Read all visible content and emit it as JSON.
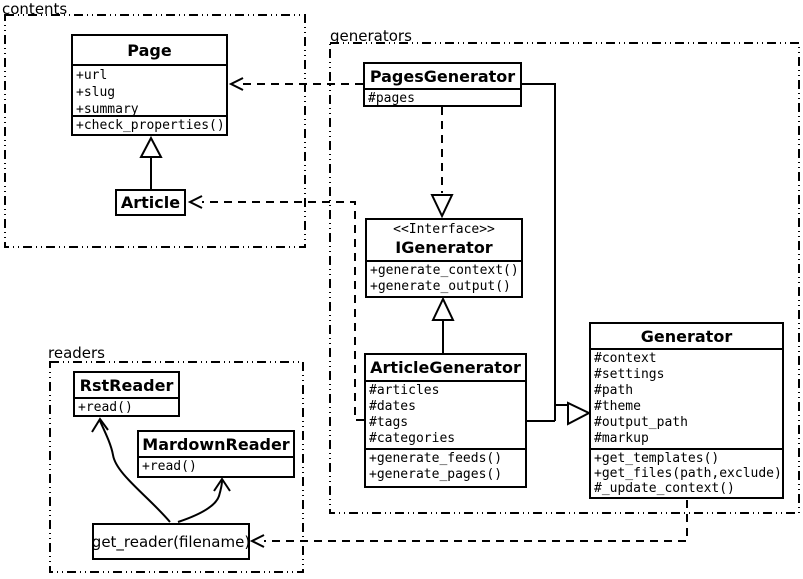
{
  "packages": {
    "contents": {
      "label": "contents"
    },
    "generators": {
      "label": "generators"
    },
    "readers": {
      "label": "readers"
    }
  },
  "classes": {
    "page": {
      "title": "Page",
      "attrs": [
        "+url",
        "+slug",
        "+summary"
      ],
      "methods": [
        "+check_properties()"
      ]
    },
    "article": {
      "title": "Article"
    },
    "pages_generator": {
      "title": "PagesGenerator",
      "attrs": [
        "#pages"
      ]
    },
    "igenerator": {
      "stereotype": "<<Interface>>",
      "title": "IGenerator",
      "methods": [
        "+generate_context()",
        "+generate_output()"
      ]
    },
    "article_generator": {
      "title": "ArticleGenerator",
      "attrs": [
        "#articles",
        "#dates",
        "#tags",
        "#categories"
      ],
      "methods": [
        "+generate_feeds()",
        "+generate_pages()"
      ]
    },
    "generator": {
      "title": "Generator",
      "attrs": [
        "#context",
        "#settings",
        "#path",
        "#theme",
        "#output_path",
        "#markup"
      ],
      "methods": [
        "+get_templates()",
        "+get_files(path,exclude)",
        "#_update_context()"
      ]
    },
    "rst_reader": {
      "title": "RstReader",
      "methods": [
        "+read()"
      ]
    },
    "mardown_reader": {
      "title": "MardownReader",
      "methods": [
        "+read()"
      ]
    },
    "get_reader": {
      "label": "get_reader(filename)"
    }
  },
  "colors": {
    "line": "#000000",
    "background": "#ffffff",
    "box_fill": "#ffffff"
  }
}
